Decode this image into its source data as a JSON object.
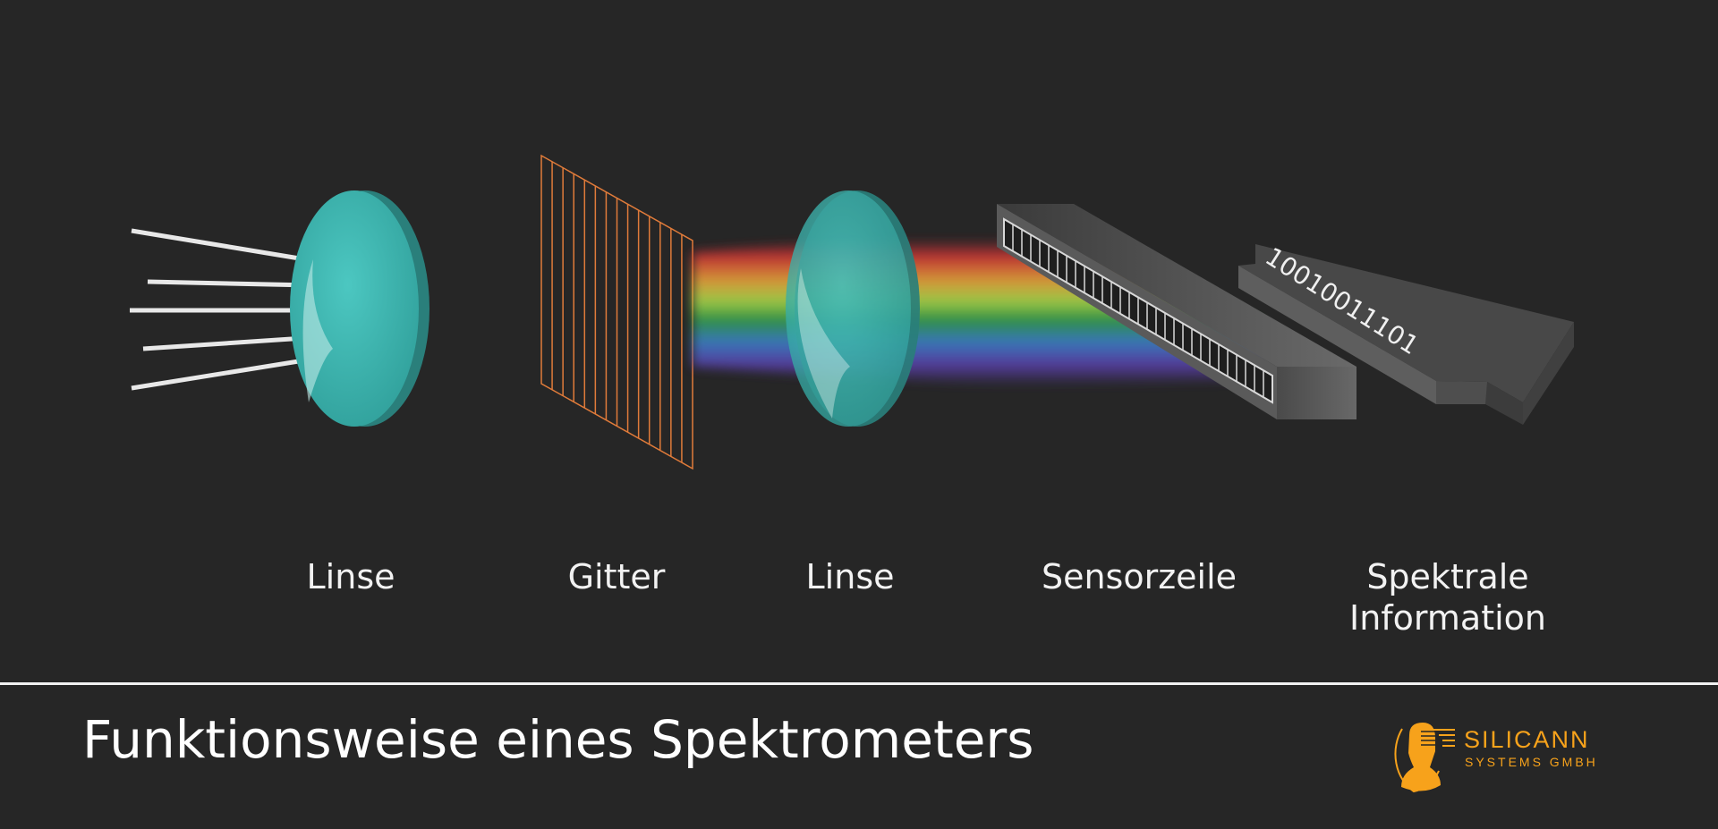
{
  "labels": {
    "lens1": "Linse",
    "grating": "Gitter",
    "lens2": "Linse",
    "sensor": "Sensorzeile",
    "output_line1": "Spektrale",
    "output_line2": "Information"
  },
  "binary_output": "10010011101",
  "title": "Funktionsweise eines Spektrometers",
  "logo": {
    "name": "SILICANN",
    "subtitle": "SYSTEMS GMBH"
  },
  "colors": {
    "background": "#262626",
    "lens": "#3fb5b0",
    "grating": "#e07b3a",
    "logo": "#f7a21b"
  }
}
